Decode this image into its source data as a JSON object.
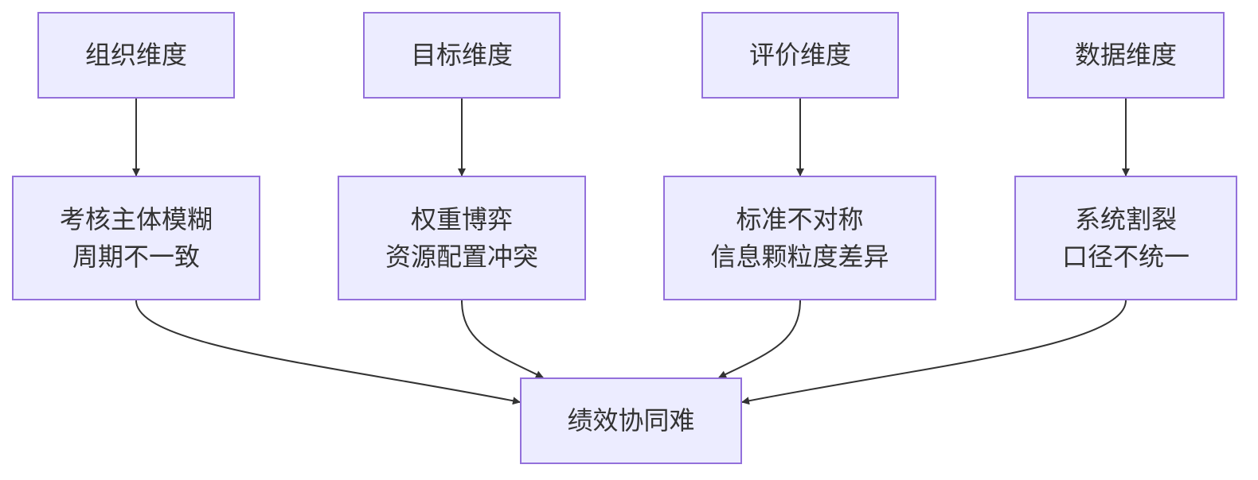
{
  "diagram": {
    "type": "flowchart",
    "colors": {
      "node_fill": "#ececff",
      "node_border": "#9370db",
      "text": "#333333",
      "edge": "#333333"
    },
    "dimensions": [
      {
        "id": "org",
        "label": "组织维度"
      },
      {
        "id": "goal",
        "label": "目标维度"
      },
      {
        "id": "eval",
        "label": "评价维度"
      },
      {
        "id": "data",
        "label": "数据维度"
      }
    ],
    "issues": [
      {
        "id": "org-issue",
        "lines": [
          "考核主体模糊",
          "周期不一致"
        ]
      },
      {
        "id": "goal-issue",
        "lines": [
          "权重博弈",
          "资源配置冲突"
        ]
      },
      {
        "id": "eval-issue",
        "lines": [
          "标准不对称",
          "信息颗粒度差异"
        ]
      },
      {
        "id": "data-issue",
        "lines": [
          "系统割裂",
          "口径不统一"
        ]
      }
    ],
    "result": {
      "id": "result",
      "label": "绩效协同难"
    },
    "edges": [
      {
        "from": "org",
        "to": "org-issue"
      },
      {
        "from": "goal",
        "to": "goal-issue"
      },
      {
        "from": "eval",
        "to": "eval-issue"
      },
      {
        "from": "data",
        "to": "data-issue"
      },
      {
        "from": "org-issue",
        "to": "result"
      },
      {
        "from": "goal-issue",
        "to": "result"
      },
      {
        "from": "eval-issue",
        "to": "result"
      },
      {
        "from": "data-issue",
        "to": "result"
      }
    ]
  }
}
